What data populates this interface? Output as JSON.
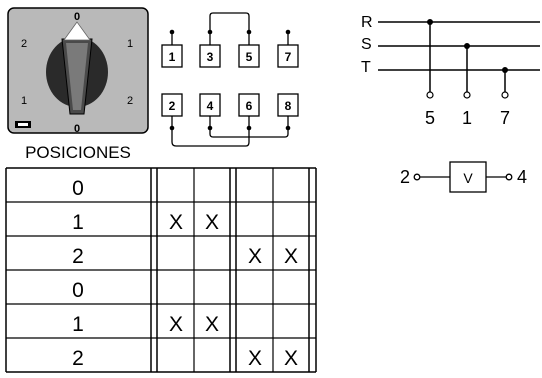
{
  "switch_face": {
    "labels": {
      "top": "0",
      "bottom": "0",
      "upper_left": "2",
      "upper_right": "1",
      "lower_left": "1",
      "lower_right": "2"
    }
  },
  "positions_label": "POSICIONES",
  "terminals": {
    "top_row": [
      "1",
      "3",
      "5",
      "7"
    ],
    "bottom_row": [
      "2",
      "4",
      "6",
      "8"
    ]
  },
  "phase_lines": {
    "lines": [
      "R",
      "S",
      "T"
    ],
    "taps": [
      "5",
      "1",
      "7"
    ]
  },
  "voltmeter": {
    "symbol": "V",
    "left_terminal": "2",
    "right_terminal": "4"
  },
  "table": {
    "rows": [
      {
        "position": "0",
        "marks": [
          "",
          "",
          "",
          ""
        ]
      },
      {
        "position": "1",
        "marks": [
          "X",
          "X",
          "",
          ""
        ]
      },
      {
        "position": "2",
        "marks": [
          "",
          "",
          "X",
          "X"
        ]
      },
      {
        "position": "0",
        "marks": [
          "",
          "",
          "",
          ""
        ]
      },
      {
        "position": "1",
        "marks": [
          "X",
          "X",
          "",
          ""
        ]
      },
      {
        "position": "2",
        "marks": [
          "",
          "",
          "X",
          "X"
        ]
      }
    ]
  },
  "colors": {
    "ink": "#000000",
    "face_gray": "#b9b9b9",
    "knob_dark": "#2a2a2a"
  }
}
